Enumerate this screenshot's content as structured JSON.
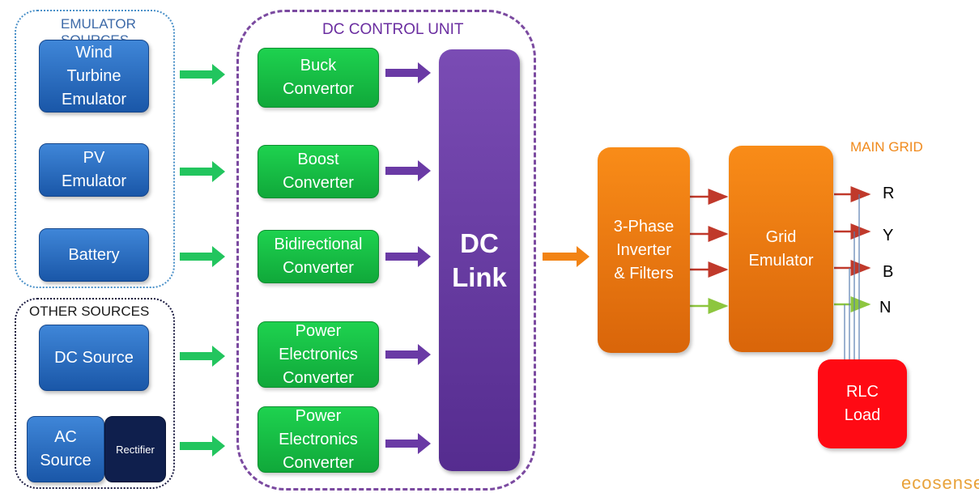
{
  "groups": {
    "emulator_label": "EMULATOR SOURCES",
    "other_label": "OTHER  SOURCES",
    "dc_label": "DC CONTROL  UNIT",
    "main_grid_label": "MAIN GRID"
  },
  "sources": {
    "wind": "Wind\nTurbine\nEmulator",
    "pv": "PV\nEmulator",
    "battery": "Battery",
    "dc_source": "DC Source",
    "ac_source": "AC\nSource",
    "rectifier": "Rectifier"
  },
  "converters": {
    "buck": "Buck\nConvertor",
    "boost": "Boost\nConverter",
    "bidirectional": "Bidirectional\nConverter",
    "power1": "Power\nElectronics\nConverter",
    "power2": "Power\nElectronics\nConverter"
  },
  "dc_link": "DC\nLink",
  "inverter": "3-Phase\nInverter\n& Filters",
  "grid_emulator": "Grid\nEmulator",
  "rlc_load": "RLC\nLoad",
  "phases": {
    "r": "R",
    "y": "Y",
    "b": "B",
    "n": "N"
  },
  "logo": "ecosense",
  "colors": {
    "source_blue": "#2a6fc4",
    "converter_green": "#16c045",
    "dc_link_purple": "#6a3aa5",
    "inverter_orange": "#f28314",
    "load_red": "#ff0a14",
    "arrow_green": "#22c55e",
    "arrow_purple": "#6a3aa5",
    "arrow_red": "#c0392b",
    "arrow_olive": "#8dc63f"
  }
}
